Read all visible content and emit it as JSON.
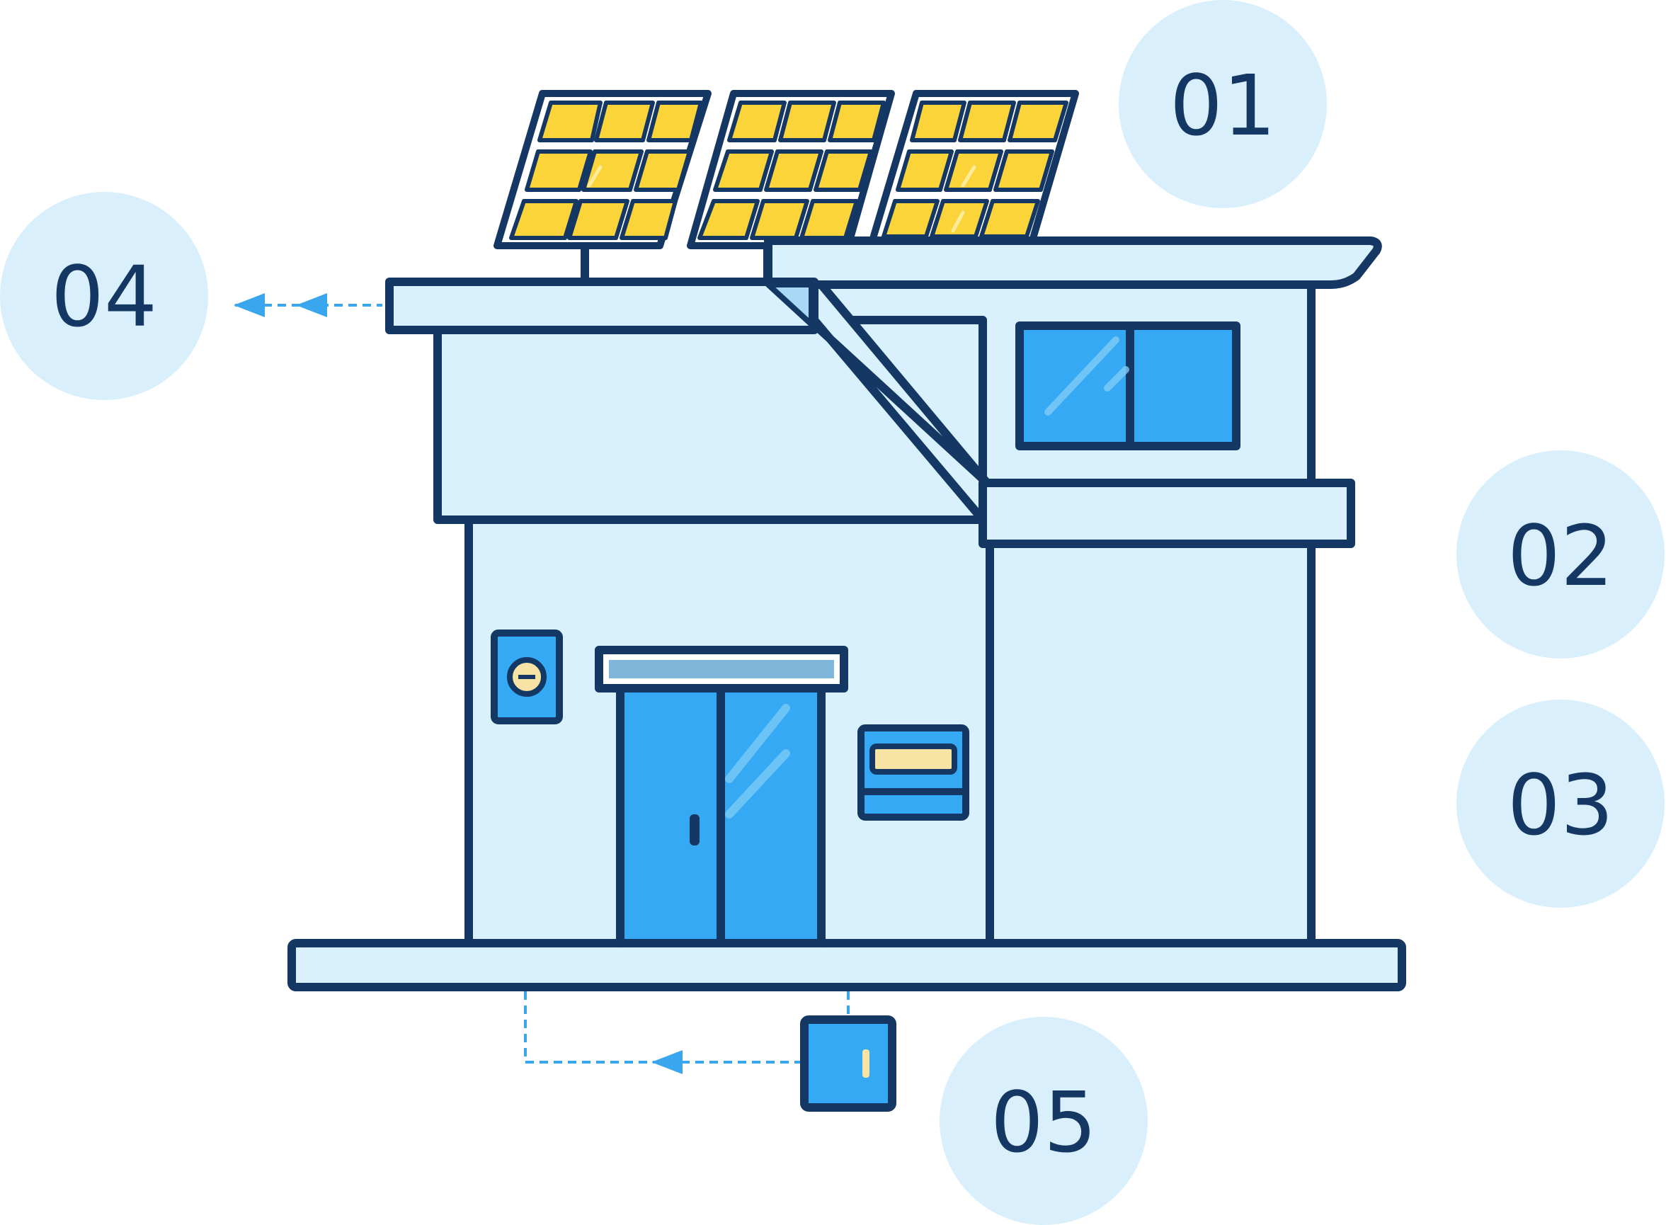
{
  "labels": {
    "roof_panels": "01",
    "upper_floor": "02",
    "ground_floor": "03",
    "roof_edge": "04",
    "ground_box": "05"
  },
  "colors": {
    "outline": "#143763",
    "wall": "#d8f1fc",
    "glass": "#36a9f5",
    "panel_cell": "#fbd43a",
    "accent_light": "#f7e3a3",
    "circle_bg": "#d9f0fc",
    "flow_line": "#3aa6ee"
  },
  "icons": {
    "solar_panels": "solar-panel-icon",
    "meter": "electric-meter-icon",
    "inverter": "inverter-icon",
    "battery": "battery-box-icon",
    "flow_arrows": "arrow-left-icon"
  }
}
